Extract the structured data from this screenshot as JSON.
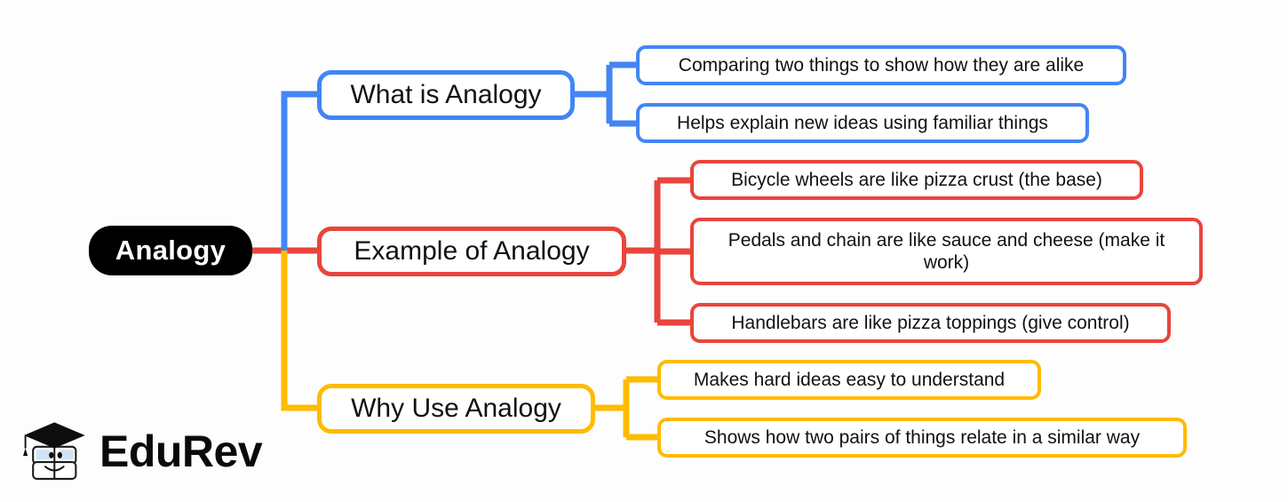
{
  "diagram": {
    "title": "Analogy mind map",
    "root": {
      "label": "Analogy"
    },
    "colors": {
      "blue": "#4285f4",
      "red": "#e8453c",
      "yellow": "#ffbb00",
      "root_background": "#000000",
      "root_text": "#ffffff",
      "node_background": "#ffffff",
      "node_text": "#111111",
      "canvas_background": "#fdfdfd"
    },
    "branches": [
      {
        "id": "what",
        "label": "What is Analogy",
        "color": "#4285f4",
        "leaves": [
          {
            "text": "Comparing two things to show how they are alike"
          },
          {
            "text": "Helps explain new ideas using familiar things"
          }
        ]
      },
      {
        "id": "example",
        "label": "Example of Analogy",
        "color": "#e8453c",
        "leaves": [
          {
            "text": "Bicycle wheels are like pizza crust (the base)"
          },
          {
            "text": "Pedals and chain are like sauce and cheese (make it work)"
          },
          {
            "text": "Handlebars are like pizza toppings (give control)"
          }
        ]
      },
      {
        "id": "why",
        "label": "Why Use Analogy",
        "color": "#ffbb00",
        "leaves": [
          {
            "text": "Makes hard ideas easy to understand"
          },
          {
            "text": "Shows how two pairs of things relate in a similar way"
          }
        ]
      }
    ]
  },
  "logo": {
    "text": "EduRev",
    "mark_name": "graduation-cap-book-mascot",
    "cap_color": "#0d0d0d",
    "lens_color": "#cfe3f5"
  }
}
